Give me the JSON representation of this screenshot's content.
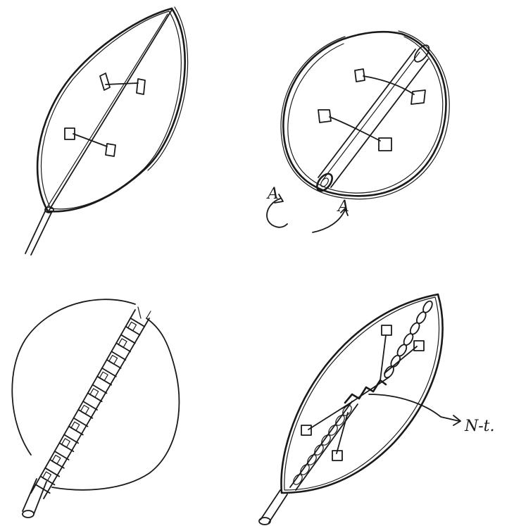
{
  "sketch": {
    "label_a_left": "A",
    "label_a_right": "A",
    "callout_label": "N-t."
  }
}
